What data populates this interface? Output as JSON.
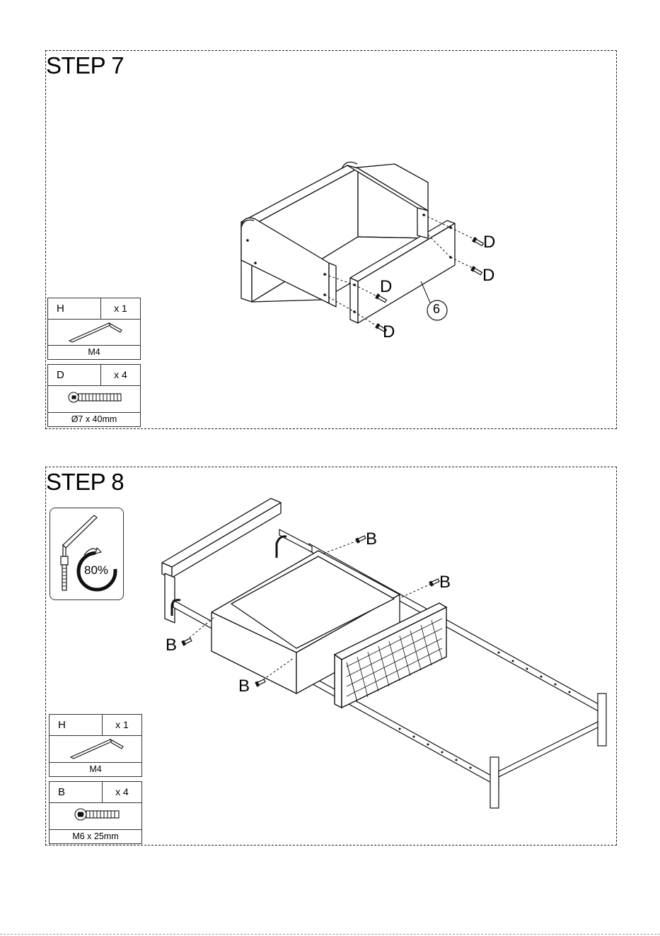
{
  "steps": [
    {
      "title": "STEP 7",
      "part_number": "6",
      "fastener_labels": [
        "D",
        "D",
        "D",
        "D"
      ],
      "parts": [
        {
          "code": "H",
          "qty": "x 1",
          "spec": "M4",
          "icon": "allen-key-icon"
        },
        {
          "code": "D",
          "qty": "x 4",
          "spec": "Ø7 x 40mm",
          "icon": "connector-bolt-icon"
        }
      ]
    },
    {
      "title": "STEP 8",
      "torque": "80%",
      "fastener_labels": [
        "B",
        "B",
        "B",
        "B"
      ],
      "parts": [
        {
          "code": "H",
          "qty": "x 1",
          "spec": "M4",
          "icon": "allen-key-icon"
        },
        {
          "code": "B",
          "qty": "x 4",
          "spec": "M6 x 25mm",
          "icon": "hex-bolt-icon"
        }
      ]
    }
  ]
}
